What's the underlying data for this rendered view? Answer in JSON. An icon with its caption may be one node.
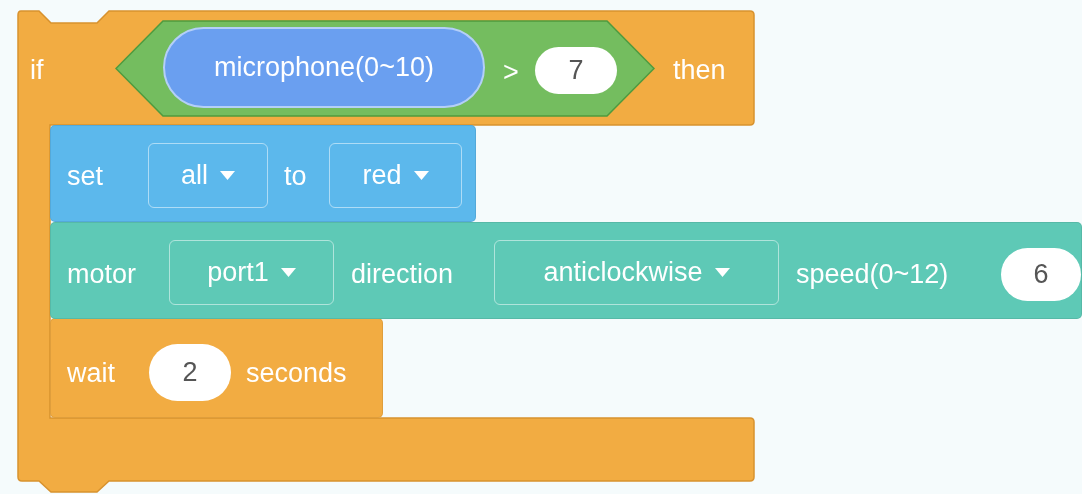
{
  "diagram": {
    "nodes": [
      {
        "text": [
          "if",
          "then"
        ]
      },
      {
        "text": [
          ">"
        ],
        "in": 0
      },
      {
        "text": [
          "microphone(0~10)"
        ],
        "in": 1
      },
      {
        "text": [
          "7"
        ],
        "in": 1
      },
      {
        "text": [
          "set",
          "to"
        ],
        "in": 0
      },
      {
        "text": [
          "all"
        ],
        "in": 4
      },
      {
        "text": [
          "red"
        ],
        "in": 4
      },
      {
        "text": [
          "motor",
          "direction",
          "speed(0~12)"
        ]
      },
      {
        "text": [
          "port1"
        ],
        "in": 7
      },
      {
        "text": [
          "anticlockwise"
        ],
        "in": 7
      },
      {
        "text": [
          "6"
        ],
        "in": 7
      },
      {
        "text": [
          "wait",
          "seconds"
        ],
        "in": 0
      },
      {
        "text": [
          "2"
        ],
        "in": 11
      }
    ]
  }
}
